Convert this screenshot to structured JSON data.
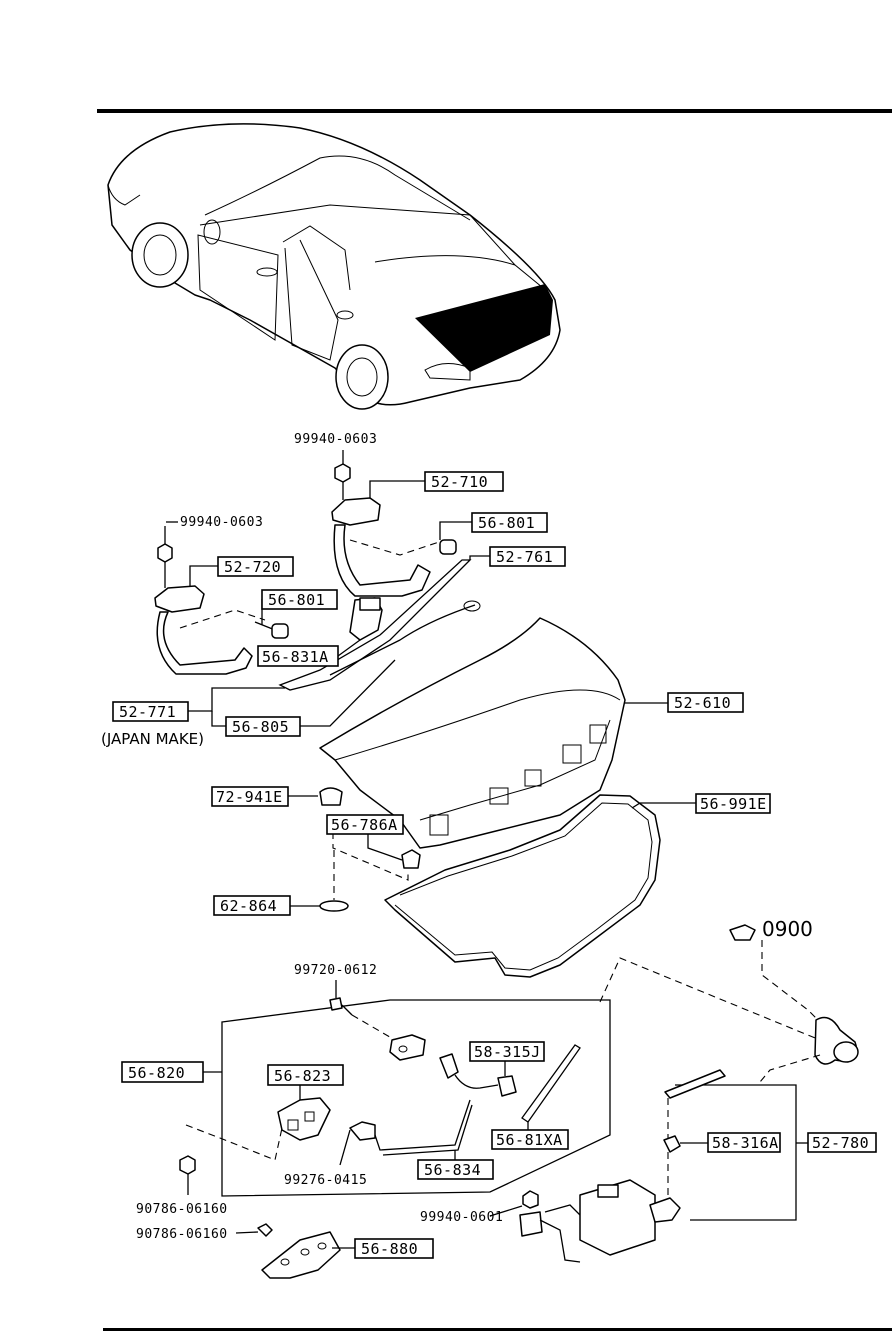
{
  "labels": {
    "p52_710": "52-710",
    "p56_801_top": "56-801",
    "p52_761": "52-761",
    "p52_720": "52-720",
    "p56_801_left": "56-801",
    "p56_831A": "56-831A",
    "p52_771": "52-771",
    "p56_805": "56-805",
    "p52_610": "52-610",
    "p72_941E": "72-941E",
    "p56_786A": "56-786A",
    "p56_991E": "56-991E",
    "p62_864": "62-864",
    "p56_820": "56-820",
    "p56_823": "56-823",
    "p58_315J": "58-315J",
    "p56_81XA": "56-81XA",
    "p56_834": "56-834",
    "p58_316A": "58-316A",
    "p52_780": "52-780",
    "p56_880": "56-880"
  },
  "plain_labels": {
    "bolt_99940_0603_top": "99940-0603",
    "bolt_99940_0603_left": "99940-0603",
    "bolt_99720_0612": "99720-0612",
    "bolt_99276_0415": "99276-0415",
    "bolt_90786_06160_a": "90786-06160",
    "bolt_90786_06160_b": "90786-06160",
    "bolt_99940_0601": "99940-0601"
  },
  "notes": {
    "japan_make": "(JAPAN MAKE)",
    "ref_0900": "0900"
  },
  "colors": {
    "ink": "#000000",
    "paper": "#ffffff"
  }
}
